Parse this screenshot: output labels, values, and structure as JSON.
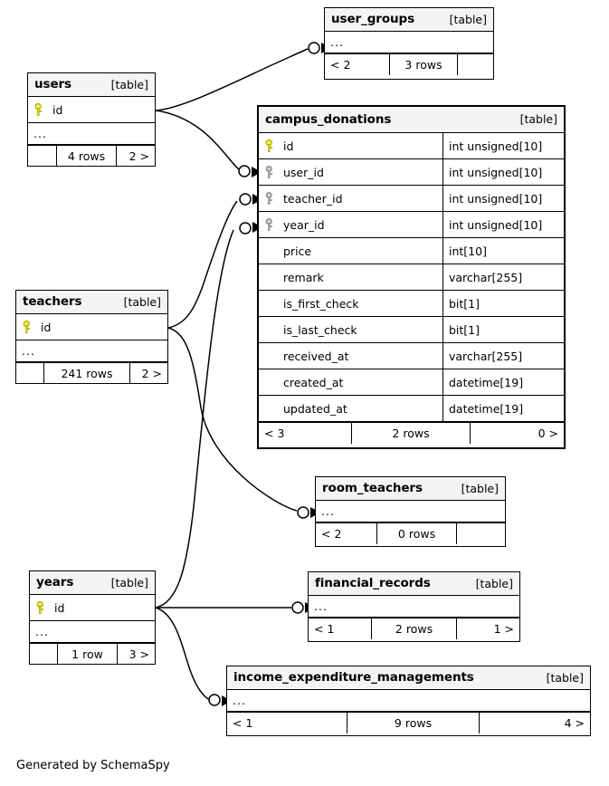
{
  "diagram": {
    "credit": "Generated by SchemaSpy",
    "table_tag": "[table]",
    "ellipsis": "...",
    "key_pk_color": "#e8e800",
    "key_fk_color": "#b0b0b0",
    "border_color": "#000000",
    "title_bg": "#f4f4f4"
  },
  "tables": {
    "user_groups": {
      "name": "user_groups",
      "tag": "[table]",
      "ellipsis": "...",
      "footer": {
        "left": "< 2",
        "center": "3 rows",
        "right": ""
      }
    },
    "users": {
      "name": "users",
      "tag": "[table]",
      "ellipsis": "...",
      "columns": [
        {
          "name": "id",
          "key": "pk",
          "type": ""
        }
      ],
      "footer": {
        "left": "",
        "center": "4 rows",
        "right": "2 >"
      }
    },
    "campus_donations": {
      "name": "campus_donations",
      "tag": "[table]",
      "columns": [
        {
          "name": "id",
          "key": "pk",
          "type": "int unsigned[10]"
        },
        {
          "name": "user_id",
          "key": "fk",
          "type": "int unsigned[10]"
        },
        {
          "name": "teacher_id",
          "key": "fk",
          "type": "int unsigned[10]"
        },
        {
          "name": "year_id",
          "key": "fk",
          "type": "int unsigned[10]"
        },
        {
          "name": "price",
          "key": "",
          "type": "int[10]"
        },
        {
          "name": "remark",
          "key": "",
          "type": "varchar[255]"
        },
        {
          "name": "is_first_check",
          "key": "",
          "type": "bit[1]"
        },
        {
          "name": "is_last_check",
          "key": "",
          "type": "bit[1]"
        },
        {
          "name": "received_at",
          "key": "",
          "type": "varchar[255]"
        },
        {
          "name": "created_at",
          "key": "",
          "type": "datetime[19]"
        },
        {
          "name": "updated_at",
          "key": "",
          "type": "datetime[19]"
        }
      ],
      "footer": {
        "left": "< 3",
        "center": "2 rows",
        "right": "0 >"
      }
    },
    "teachers": {
      "name": "teachers",
      "tag": "[table]",
      "ellipsis": "...",
      "columns": [
        {
          "name": "id",
          "key": "pk",
          "type": ""
        }
      ],
      "footer": {
        "left": "",
        "center": "241 rows",
        "right": "2 >"
      }
    },
    "room_teachers": {
      "name": "room_teachers",
      "tag": "[table]",
      "ellipsis": "...",
      "footer": {
        "left": "< 2",
        "center": "0 rows",
        "right": ""
      }
    },
    "years": {
      "name": "years",
      "tag": "[table]",
      "ellipsis": "...",
      "columns": [
        {
          "name": "id",
          "key": "pk",
          "type": ""
        }
      ],
      "footer": {
        "left": "",
        "center": "1 row",
        "right": "3 >"
      }
    },
    "financial_records": {
      "name": "financial_records",
      "tag": "[table]",
      "ellipsis": "...",
      "footer": {
        "left": "< 1",
        "center": "2 rows",
        "right": "1 >"
      }
    },
    "income_expenditure_managements": {
      "name": "income_expenditure_managements",
      "tag": "[table]",
      "ellipsis": "...",
      "footer": {
        "left": "< 1",
        "center": "9 rows",
        "right": "4 >"
      }
    }
  },
  "relationships": [
    {
      "from": "users",
      "to": "user_groups",
      "notation": "zero-or-many"
    },
    {
      "from": "users",
      "to": "campus_donations.user_id",
      "notation": "zero-or-many"
    },
    {
      "from": "teachers",
      "to": "campus_donations.teacher_id",
      "notation": "zero-or-many"
    },
    {
      "from": "teachers",
      "to": "room_teachers",
      "notation": "zero-or-many"
    },
    {
      "from": "years",
      "to": "campus_donations.year_id",
      "notation": "zero-or-many"
    },
    {
      "from": "years",
      "to": "financial_records",
      "notation": "zero-or-many"
    },
    {
      "from": "years",
      "to": "income_expenditure_managements",
      "notation": "zero-or-many"
    }
  ]
}
